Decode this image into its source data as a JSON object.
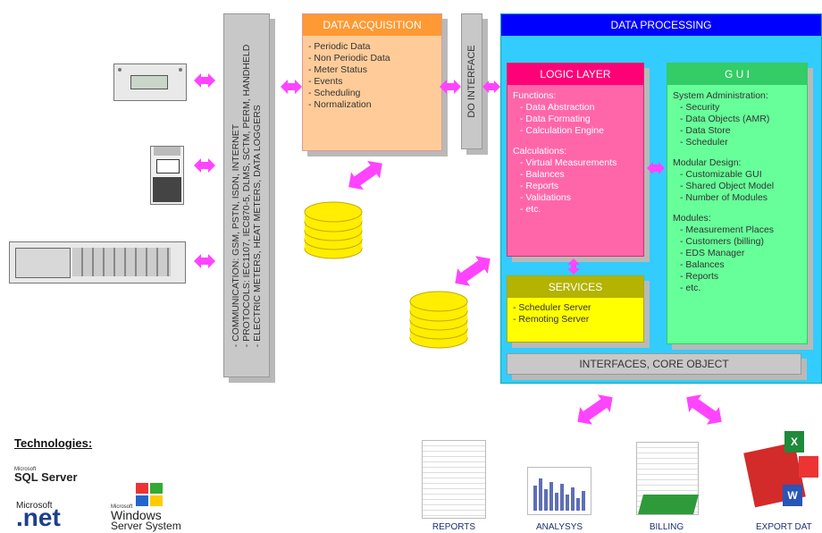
{
  "comm": {
    "lines": [
      "- COMMUNICATION: GSM, PSTN, ISDN, INTERNET",
      "- PROTOCOLS: IEC1107, IEC870-5, DLMS, SCTM, PERM, HANDHELD",
      "- ELECTRIC METERS, HEAT METERS, DATA LOGGERS"
    ]
  },
  "acquisition": {
    "title": "DATA ACQUISITION",
    "items": [
      "- Periodic Data",
      "- Non Periodic Data",
      "- Meter Status",
      "- Events",
      "- Scheduling",
      "- Normalization"
    ]
  },
  "do_interface": {
    "title": "DO INTERFACE"
  },
  "processing": {
    "title": "DATA PROCESSING"
  },
  "logic": {
    "title": "LOGIC LAYER",
    "functions_label": "Functions:",
    "functions": [
      "- Data Abstraction",
      "- Data Formating",
      "- Calculation Engine"
    ],
    "calcs_label": "Calculations:",
    "calcs": [
      "- Virtual Measurements",
      "- Balances",
      "- Reports",
      "- Validations",
      "- etc."
    ]
  },
  "gui": {
    "title": "G U I",
    "admin_label": "System Administration:",
    "admin": [
      "- Security",
      "- Data Objects (AMR)",
      "- Data Store",
      "- Scheduler"
    ],
    "modular_label": "Modular Design:",
    "modular": [
      "- Customizable GUI",
      "- Shared Object Model",
      "- Number of Modules"
    ],
    "modules_label": "Modules:",
    "modules": [
      "- Measurement Places",
      "- Customers (billing)",
      "- EDS Manager",
      "- Balances",
      "- Reports",
      "- etc."
    ]
  },
  "services": {
    "title": "SERVICES",
    "items": [
      "- Scheduler Server",
      "- Remoting Server"
    ]
  },
  "interfaces": {
    "title": "INTERFACES, CORE OBJECT"
  },
  "technologies": {
    "title": "Technologies:",
    "sql_small": "Microsoft",
    "sql": "SQL Server",
    "net_small": "Microsoft",
    "net": ".net",
    "win_small": "Microsoft",
    "win1": "Windows",
    "win2": "Server System"
  },
  "outputs": [
    "REPORTS",
    "ANALYSYS",
    "BILLING",
    "EXPORT DAT"
  ],
  "colors": {
    "acquisition": "#ffcc99",
    "acq_title": "#ff9933",
    "processing": "#33ccff",
    "proc_title": "#0000ff",
    "logic": "#ff66aa",
    "logic_title": "#ff0077",
    "gui": "#66ff99",
    "gui_title": "#33cc66",
    "services": "#ffff00",
    "services_title": "#b3b300",
    "arrow": "#ff44ff"
  }
}
